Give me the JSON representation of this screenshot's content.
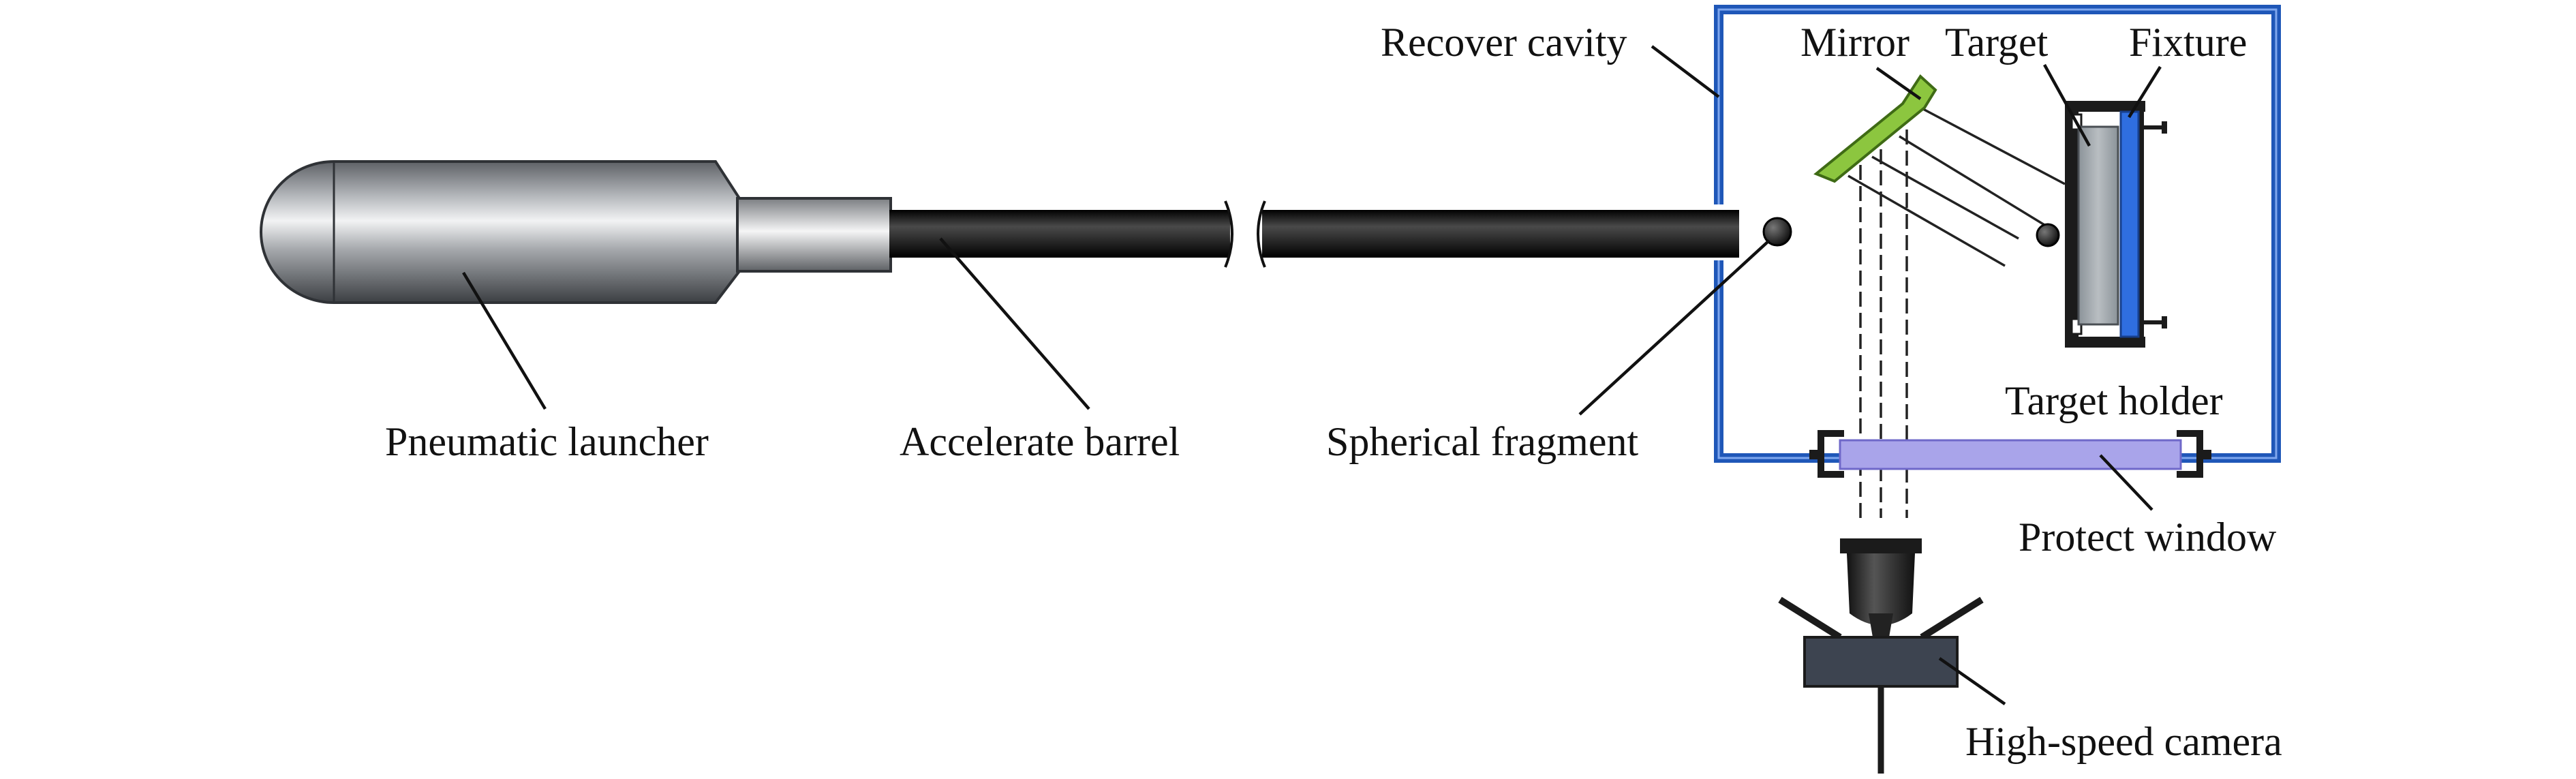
{
  "labels": {
    "pneumatic_launcher": "Pneumatic launcher",
    "accelerate_barrel": "Accelerate barrel",
    "spherical_fragment": "Spherical fragment",
    "recover_cavity": "Recover cavity",
    "mirror": "Mirror",
    "target": "Target",
    "fixture": "Fixture",
    "target_holder": "Target holder",
    "protect_window": "Protect window",
    "high_speed_camera": "High-speed camera"
  },
  "colors": {
    "cavity_wall": "#1f57b8",
    "mirror": "#8cc63f",
    "target": "#a3aab0",
    "fixture": "#2f6ee0",
    "protect_window": "#a9a4ea",
    "camera": "#3d4450",
    "barrel": "#141414",
    "launcher": "#9a9ea3"
  }
}
